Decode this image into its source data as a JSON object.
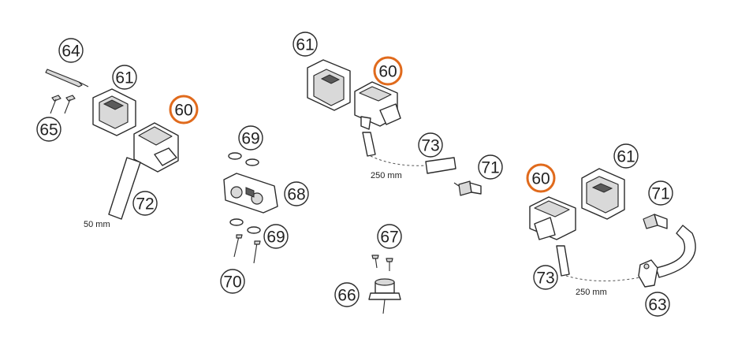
{
  "accent_color": "#e06a1c",
  "callouts": {
    "c64": "64",
    "c61a": "61",
    "c60a": "60",
    "c65": "65",
    "c72": "72",
    "c69a": "69",
    "c68": "68",
    "c69b": "69",
    "c70": "70",
    "c61b": "61",
    "c60b": "60",
    "c73a": "73",
    "c71a": "71",
    "c67": "67",
    "c66": "66",
    "c60c": "60",
    "c61c": "61",
    "c71b": "71",
    "c73b": "73",
    "c63": "63"
  },
  "dimensions": {
    "d50": "50 mm",
    "d250a": "250 mm",
    "d250b": "250 mm"
  }
}
